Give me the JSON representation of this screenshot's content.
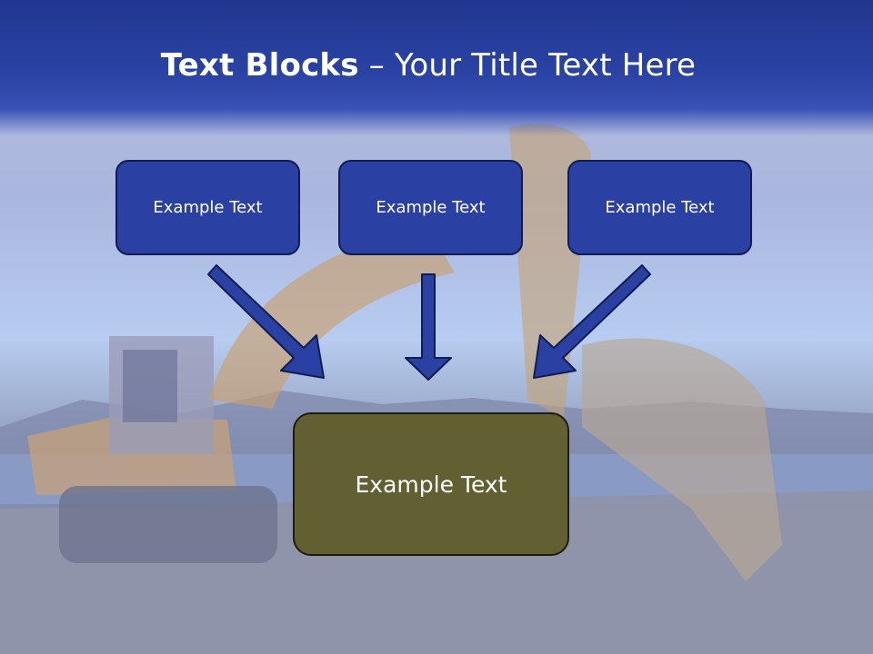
{
  "title": {
    "bold": "Text Blocks",
    "separator": " – ",
    "rest": "Your Title Text Here"
  },
  "blocks": {
    "top": [
      {
        "label": "Example Text"
      },
      {
        "label": "Example Text"
      },
      {
        "label": "Example Text"
      }
    ],
    "bottom": {
      "label": "Example Text"
    }
  },
  "colors": {
    "title_bar": "#2a43a4",
    "top_box_fill": "#2a40a2",
    "bottom_box_fill": "#626033",
    "arrow_fill": "#2a40a2",
    "arrow_stroke": "#0f1d50"
  },
  "background": {
    "icon": "excavator-photo"
  }
}
